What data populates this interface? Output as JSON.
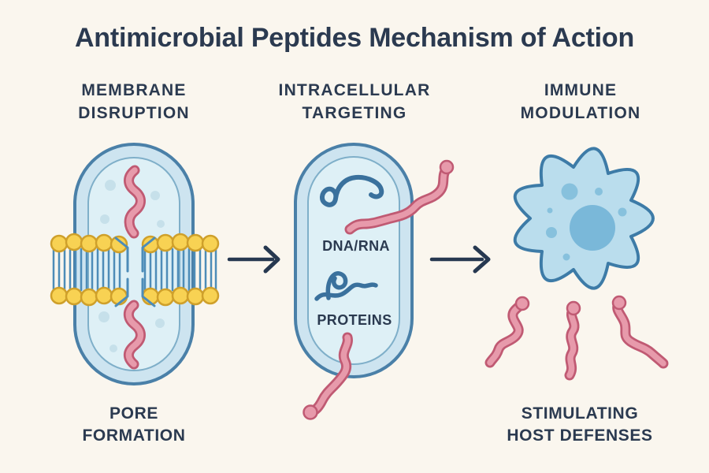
{
  "title": "Antimicrobial Peptides Mechanism of Action",
  "panels": {
    "membrane": {
      "heading1": "MEMBRANE",
      "heading2": "DISRUPTION",
      "caption1": "PORE",
      "caption2": "FORMATION"
    },
    "intracellular": {
      "heading1": "INTRACELLULAR",
      "heading2": "TARGETING",
      "label_dna": "DNA/RNA",
      "label_proteins": "PROTEINS"
    },
    "immune": {
      "heading1": "IMMUNE",
      "heading2": "MODULATION",
      "caption1": "STIMULATING",
      "caption2": "HOST DEFENSES"
    }
  },
  "icons": {
    "flow_arrow_1": "right-arrow",
    "flow_arrow_2": "right-arrow",
    "bacterium_1": "bacterial-cell-capsule",
    "bacterium_2": "bacterial-cell-capsule",
    "immune_cell": "macrophage-blob",
    "peptide": "pink-wavy-peptide",
    "lipid_bilayer": "phospholipid-bilayer"
  },
  "colors": {
    "bg": "#faf6ee",
    "ink": "#2b3a50",
    "cell_stroke": "#4a80a8",
    "cell_band": "#cde4f0",
    "cell_inner": "#def0f6",
    "cell_inner_stroke": "#7fafc9",
    "dot": "#c6e0ea",
    "lipid_head": "#f8d253",
    "lipid_head_stroke": "#cfa02b",
    "lipid_tail": "#4d8cb8",
    "peptide_fill": "#e79aab",
    "peptide_stroke": "#c05a73",
    "molecule_blue": "#3a719d",
    "immune_fill": "#badded",
    "immune_stroke": "#3d7ba7",
    "nucleus": "#7ab8d9",
    "immune_dot": "#87c1dd",
    "arrow": "#263850"
  }
}
